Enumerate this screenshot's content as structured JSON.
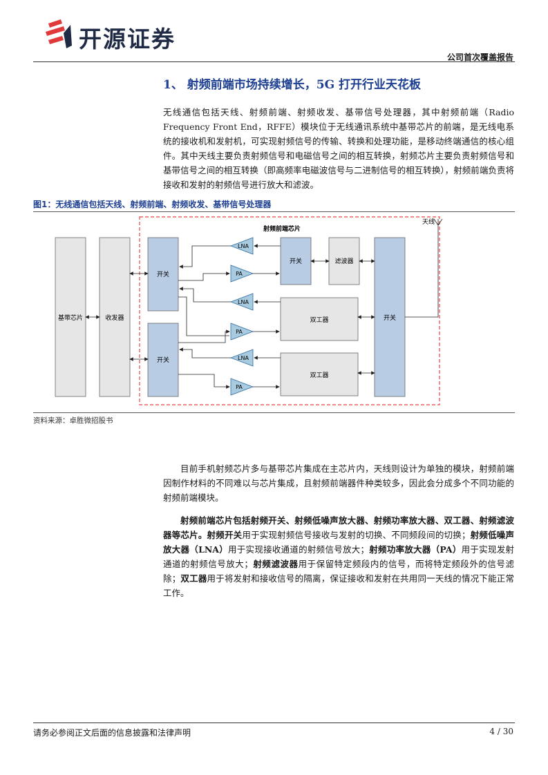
{
  "header": {
    "brand": "开源证券",
    "report_type": "公司首次覆盖报告"
  },
  "section": {
    "title": "1、 射频前端市场持续增长，5G 打开行业天花板"
  },
  "paragraphs": {
    "p1": "无线通信包括天线、射频前端、射频收发、基带信号处理器，其中射频前端（Radio Frequency Front End，RFFE）模块位于无线通讯系统中基带芯片的前端，是无线电系统的接收机和发射机，可实现射频信号的传输、转换和处理功能，是移动终端通信的核心组件。其中天线主要负责射频信号和电磁信号之间的相互转换，射频芯片主要负责射频信号和基带信号之间的相互转换（即高频率电磁波信号与二进制信号的相互转换），射频前端负责将接收和发射的射频信号进行放大和滤波。",
    "p2": "目前手机射频芯片多与基带芯片集成在主芯片内，天线则设计为单独的模块，射频前端因制作材料的不同难以与芯片集成，且射频前端器件种类较多，因此会分成多个不同功能的射频前端模块。",
    "p3_b1": "射频前端芯片包括射频开关、射频低噪声放大器、射频功率放大器、双工器、射频滤波器等芯片。",
    "p3_b2": "射频开关",
    "p3_t2": "用于实现射频信号接收与发射的切换、不同频段间的切换；",
    "p3_b3": "射频低噪声放大器（LNA）",
    "p3_t3": "用于实现接收通道的射频信号放大；",
    "p3_b4": "射频功率放大器（PA）",
    "p3_t4": "用于实现发射通道的射频信号放大；",
    "p3_b5": "射频滤波器",
    "p3_t5": "用于保留特定频段内的信号，而将特定频段外的信号滤除；",
    "p3_b6": "双工器",
    "p3_t6": "用于将发射和接收信号的隔离，保证接收和发射在共用同一天线的情况下能正常工作。"
  },
  "figure": {
    "caption": "图1：无线通信包括天线、射频前端、射频收发、基带信号处理器",
    "source": "资料来源：卓胜微招股书",
    "labels": {
      "rffe_chip": "射频前端芯片",
      "antenna": "天线",
      "baseband": "基带芯片",
      "transceiver": "收发器",
      "switch": "开关",
      "filter": "滤波器",
      "duplexer": "双工器",
      "lna": "LNA",
      "pa": "PA"
    },
    "colors": {
      "blue_block": "#b8cce4",
      "gray_block": "#e7e6e6",
      "dashed_border": "#e8413c"
    }
  },
  "footer": {
    "disclaimer": "请务必参阅正文后面的信息披露和法律声明",
    "page": "4 / 30"
  }
}
